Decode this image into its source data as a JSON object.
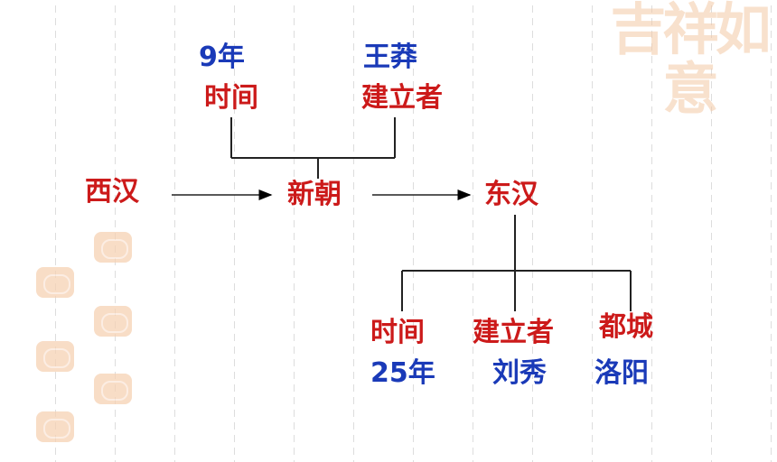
{
  "decor": {
    "seal_text": "吉祥如意"
  },
  "top_left": {
    "value": "9年",
    "label": "时间"
  },
  "top_right": {
    "value": "王莽",
    "label": "建立者"
  },
  "timeline": {
    "west_han": "西汉",
    "xin": "新朝",
    "east_han": "东汉"
  },
  "bottom": {
    "time": {
      "label": "时间",
      "value": "25年"
    },
    "founder": {
      "label": "建立者",
      "value": "刘秀"
    },
    "capital": {
      "label": "都城",
      "value": "洛阳"
    }
  },
  "colors": {
    "label_red": "#cc1a1a",
    "value_blue": "#1a3ab8",
    "seal_peach": "#f3c9a6"
  }
}
